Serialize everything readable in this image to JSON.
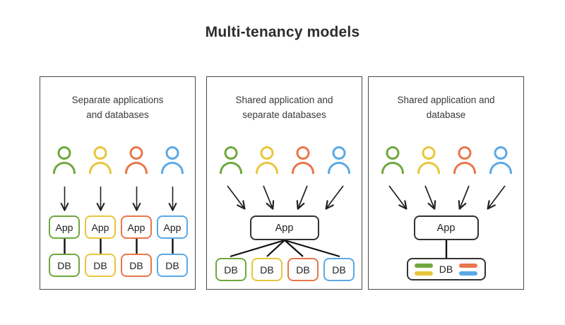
{
  "title": "Multi-tenancy models",
  "palette": {
    "green": "#6fa83c",
    "yellow": "#e8c63c",
    "orange": "#e8764a",
    "blue": "#5aa9e6",
    "outline": "#333333",
    "panel_border": "#4a4a4a",
    "text": "#2b2b2b",
    "background": "#ffffff"
  },
  "panels": [
    {
      "caption_line1": "Separate applications",
      "caption_line2": "and databases",
      "users": [
        {
          "color_name": "green",
          "color": "#6fa83c"
        },
        {
          "color_name": "yellow",
          "color": "#e8c63c"
        },
        {
          "color_name": "orange",
          "color": "#e8764a"
        },
        {
          "color_name": "blue",
          "color": "#5aa9e6"
        }
      ],
      "apps": [
        {
          "label": "App",
          "color": "#6fa83c"
        },
        {
          "label": "App",
          "color": "#e8c63c"
        },
        {
          "label": "App",
          "color": "#e8764a"
        },
        {
          "label": "App",
          "color": "#5aa9e6"
        }
      ],
      "databases": [
        {
          "label": "DB",
          "color": "#6fa83c"
        },
        {
          "label": "DB",
          "color": "#e8c63c"
        },
        {
          "label": "DB",
          "color": "#e8764a"
        },
        {
          "label": "DB",
          "color": "#5aa9e6"
        }
      ]
    },
    {
      "caption_line1": "Shared application and",
      "caption_line2": "separate databases",
      "users": [
        {
          "color_name": "green",
          "color": "#6fa83c"
        },
        {
          "color_name": "yellow",
          "color": "#e8c63c"
        },
        {
          "color_name": "orange",
          "color": "#e8764a"
        },
        {
          "color_name": "blue",
          "color": "#5aa9e6"
        }
      ],
      "shared_app": {
        "label": "App",
        "color": "#333333"
      },
      "databases": [
        {
          "label": "DB",
          "color": "#6fa83c"
        },
        {
          "label": "DB",
          "color": "#e8c63c"
        },
        {
          "label": "DB",
          "color": "#e8764a"
        },
        {
          "label": "DB",
          "color": "#5aa9e6"
        }
      ]
    },
    {
      "caption_line1": "Shared application and",
      "caption_line2": "database",
      "users": [
        {
          "color_name": "green",
          "color": "#6fa83c"
        },
        {
          "color_name": "yellow",
          "color": "#e8c63c"
        },
        {
          "color_name": "orange",
          "color": "#e8764a"
        },
        {
          "color_name": "blue",
          "color": "#5aa9e6"
        }
      ],
      "shared_app": {
        "label": "App",
        "color": "#333333"
      },
      "shared_db": {
        "label": "DB",
        "color": "#333333",
        "bars_left": [
          "#6fa83c",
          "#e8c63c"
        ],
        "bars_right": [
          "#e8764a",
          "#5aa9e6"
        ]
      }
    }
  ]
}
